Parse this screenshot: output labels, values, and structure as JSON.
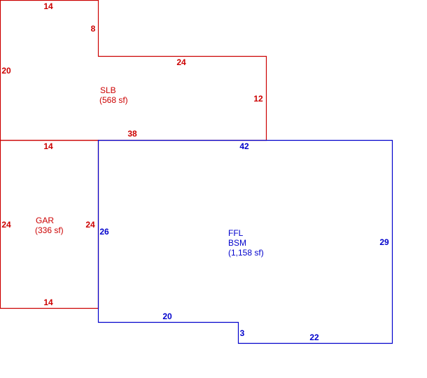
{
  "colors": {
    "red": "#cc0000",
    "blue": "#0000cc",
    "background": "#ffffff"
  },
  "slb": {
    "code": "SLB",
    "area": "(568 sf)",
    "dims": {
      "top": "14",
      "step_vertical": "8",
      "left": "20",
      "step_horizontal": "24",
      "right": "12",
      "bottom": "38"
    }
  },
  "gar": {
    "code": "GAR",
    "area": "(336 sf)",
    "dims": {
      "top": "14",
      "left": "24",
      "right": "24",
      "bottom": "14"
    }
  },
  "ffl": {
    "code1": "FFL",
    "code2": "BSM",
    "area": "(1,158 sf)",
    "dims": {
      "top": "42",
      "left": "26",
      "right": "29",
      "bottom_left": "20",
      "step": "3",
      "bottom_right": "22"
    }
  }
}
